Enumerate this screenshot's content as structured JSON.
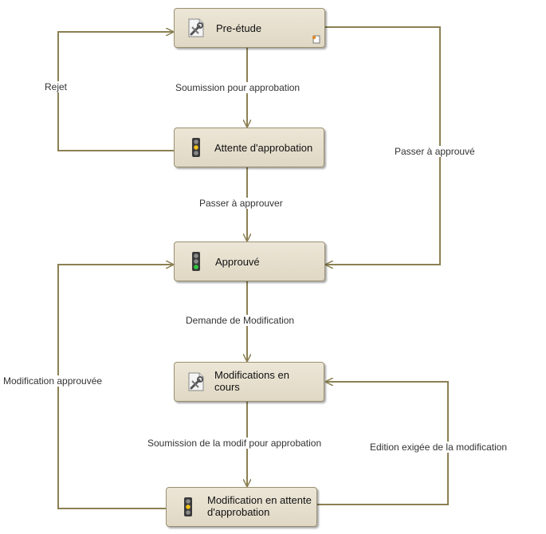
{
  "diagram": {
    "nodes": [
      {
        "id": "pre_etude",
        "label": "Pre-étude",
        "icon": "tools-icon"
      },
      {
        "id": "attente",
        "label": "Attente d'approbation",
        "icon": "traffic-light-yellow-icon"
      },
      {
        "id": "approuve",
        "label": "Approuvé",
        "icon": "traffic-light-green-icon"
      },
      {
        "id": "modif_cours",
        "label": "Modifications en cours",
        "icon": "tools-icon"
      },
      {
        "id": "modif_attente",
        "label": "Modification en attente d'approbation",
        "icon": "traffic-light-yellow-icon"
      }
    ],
    "edges": [
      {
        "from": "pre_etude",
        "to": "attente",
        "label": "Soumission pour approbation"
      },
      {
        "from": "attente",
        "to": "pre_etude",
        "label": "Rejet"
      },
      {
        "from": "attente",
        "to": "approuve",
        "label": "Passer à approuver"
      },
      {
        "from": "pre_etude",
        "to": "approuve",
        "label": "Passer à approuvé"
      },
      {
        "from": "approuve",
        "to": "modif_cours",
        "label": "Demande de Modification"
      },
      {
        "from": "modif_cours",
        "to": "modif_attente",
        "label": "Soumission de la modif pour approbation"
      },
      {
        "from": "modif_attente",
        "to": "modif_cours",
        "label": "Edition exigée de la modification"
      },
      {
        "from": "modif_attente",
        "to": "approuve",
        "label": "Modification approuvée"
      }
    ],
    "colors": {
      "line": "#8b8052",
      "node_fill": "#e6dfcc",
      "node_border": "#9a9070"
    }
  }
}
